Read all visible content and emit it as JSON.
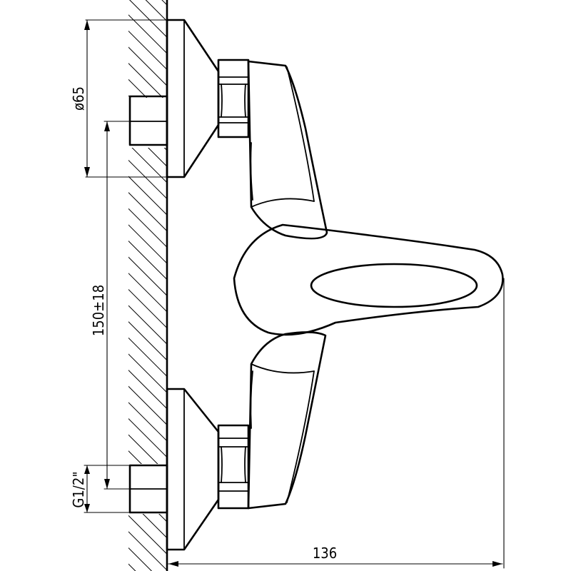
{
  "dimensions": {
    "diameter_label": "ø65",
    "spacing_label": "150±18",
    "thread_label": "G1/2\"",
    "depth_label": "136"
  }
}
